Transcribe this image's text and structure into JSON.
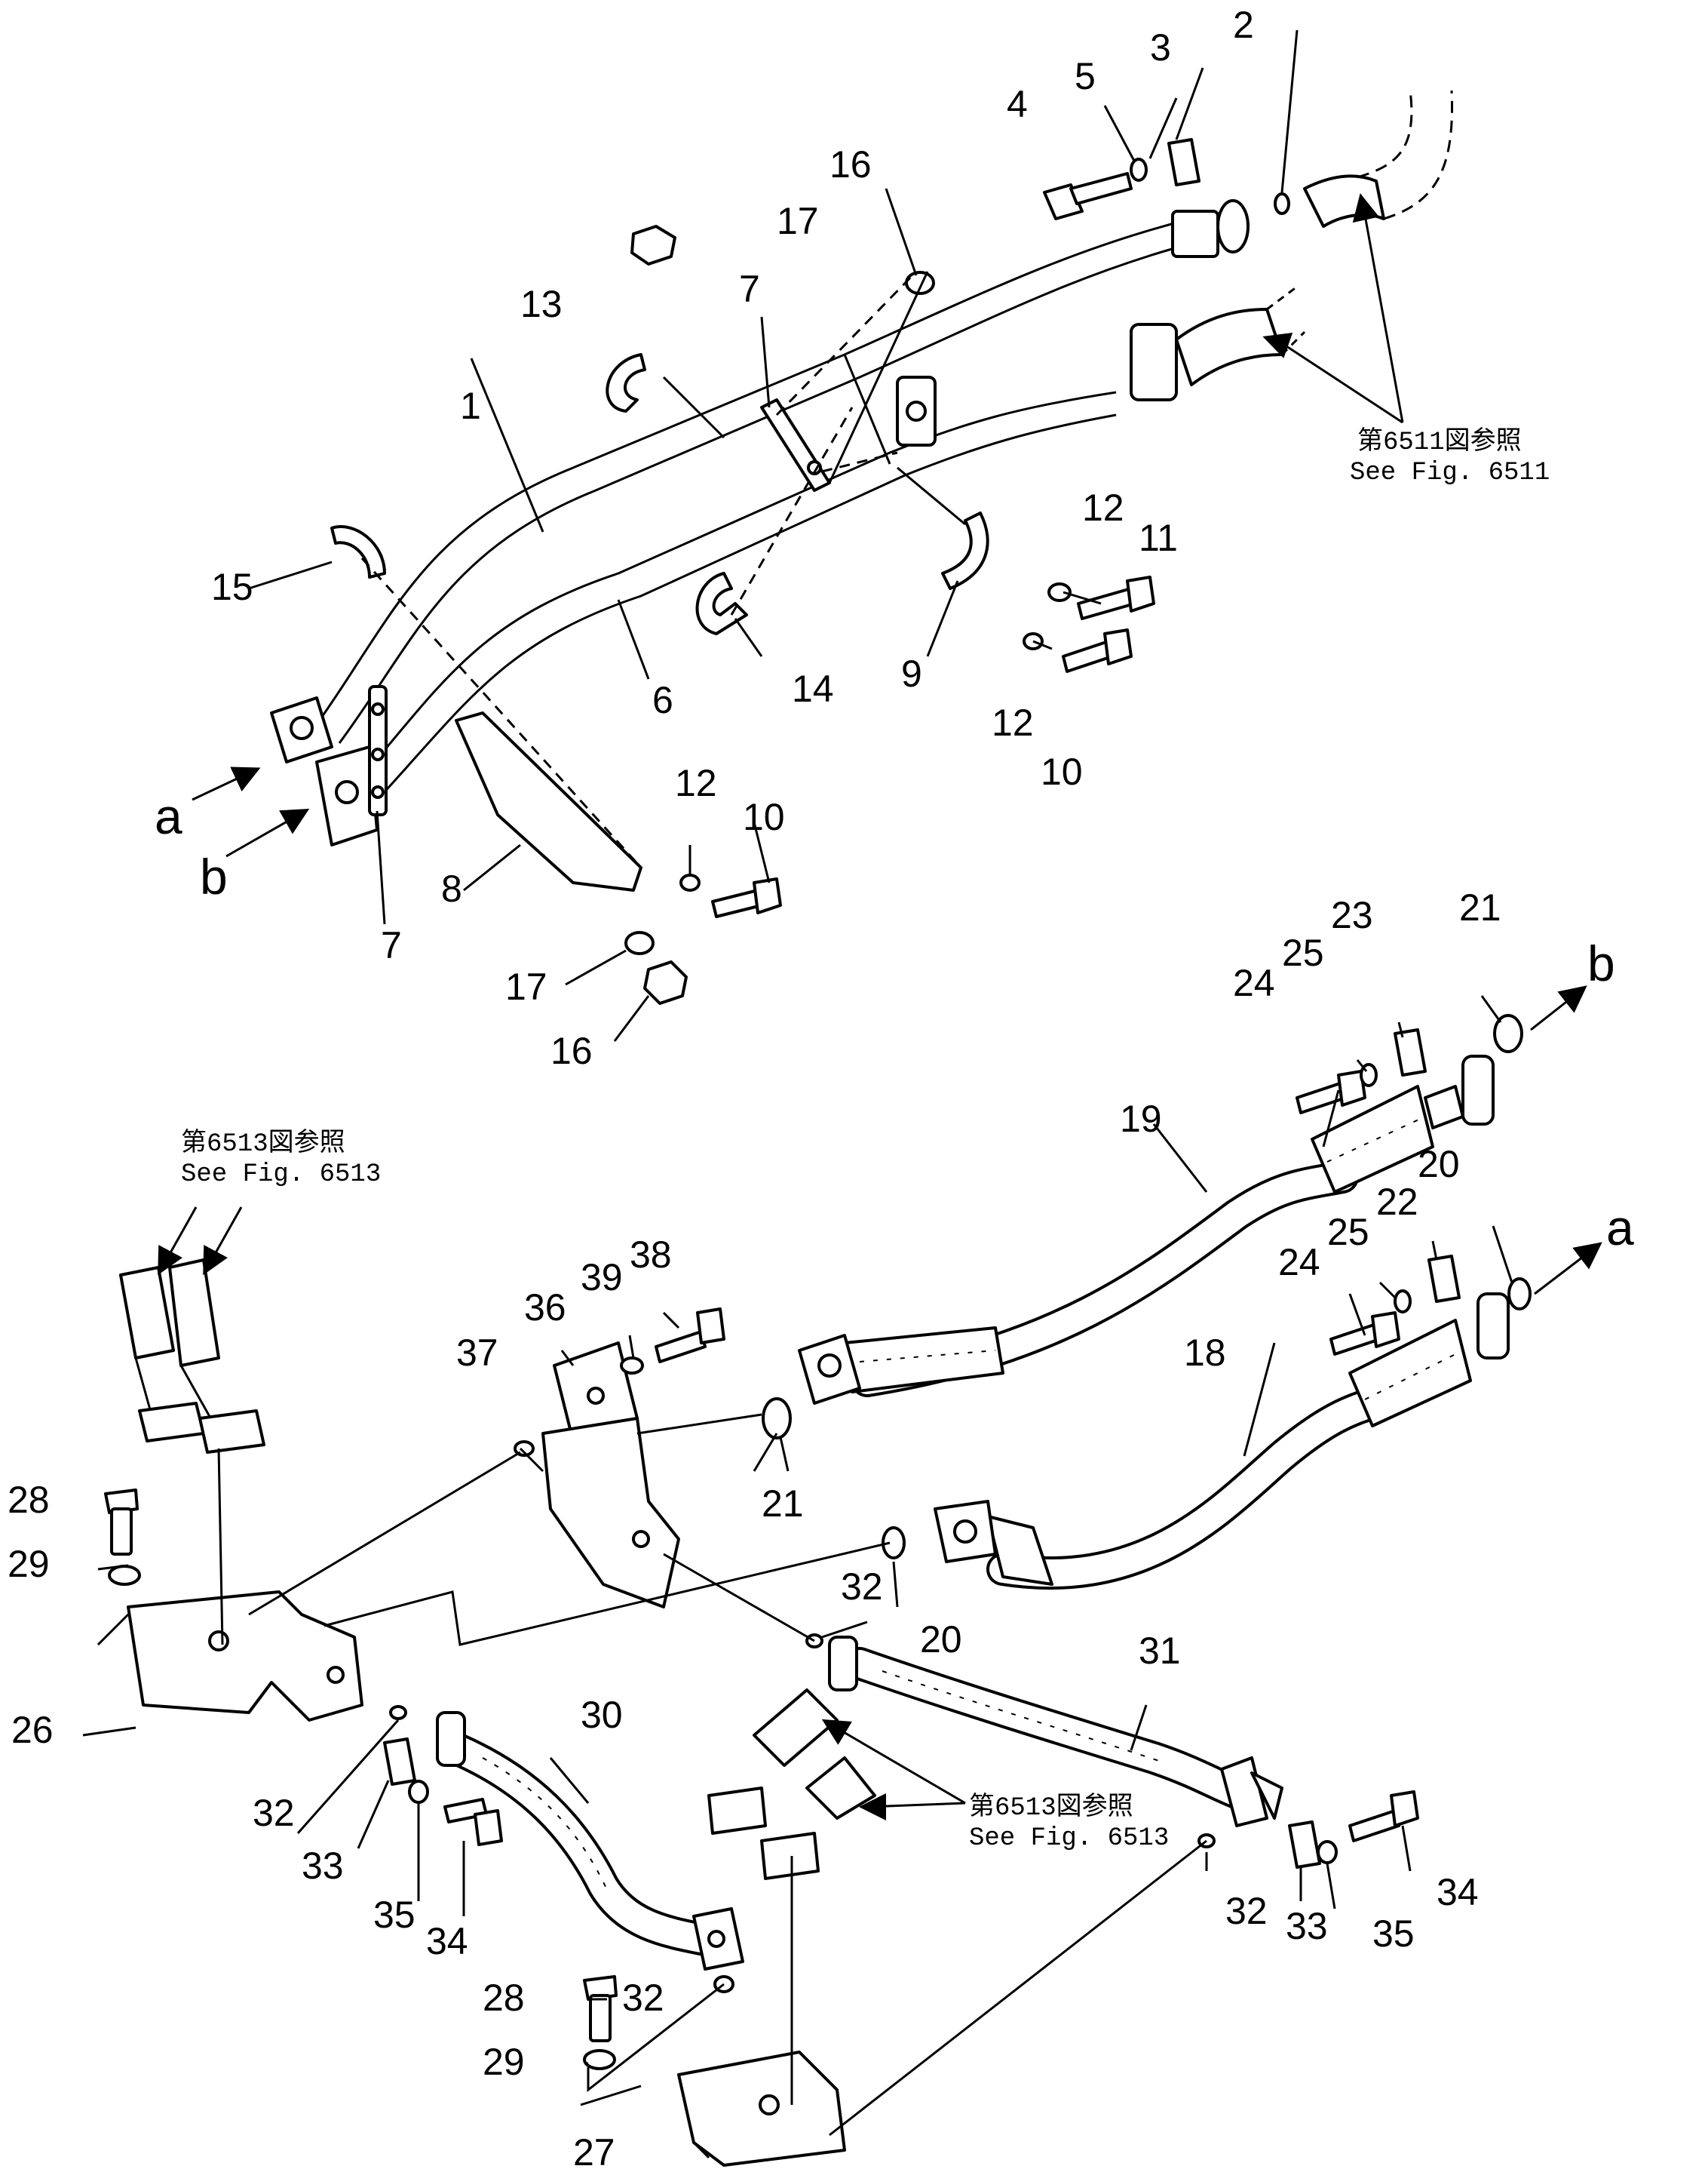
{
  "diagram": {
    "type": "exploded parts diagram",
    "callouts": {
      "c1": "1",
      "c2": "2",
      "c3": "3",
      "c4": "4",
      "c5": "5",
      "c6": "6",
      "c7a": "7",
      "c7b": "7",
      "c8": "8",
      "c9": "9",
      "c10a": "10",
      "c10b": "10",
      "c11": "11",
      "c12a": "12",
      "c12b": "12",
      "c12c": "12",
      "c13": "13",
      "c14": "14",
      "c15": "15",
      "c16a": "16",
      "c16b": "16",
      "c17a": "17",
      "c17b": "17",
      "c18": "18",
      "c19": "19",
      "c20a": "20",
      "c20b": "20",
      "c21a": "21",
      "c21b": "21",
      "c22": "22",
      "c23": "23",
      "c24a": "24",
      "c24b": "24",
      "c25a": "25",
      "c25b": "25",
      "c26": "26",
      "c27": "27",
      "c28a": "28",
      "c28b": "28",
      "c29a": "29",
      "c29b": "29",
      "c30": "30",
      "c31": "31",
      "c32a": "32",
      "c32b": "32",
      "c32c": "32",
      "c32d": "32",
      "c33a": "33",
      "c33b": "33",
      "c34a": "34",
      "c34b": "34",
      "c35a": "35",
      "c35b": "35",
      "c36": "36",
      "c37": "37",
      "c38": "38",
      "c39": "39"
    },
    "connection_marks": {
      "a_left": "a",
      "b_left": "b",
      "b_right": "b",
      "a_right": "a"
    },
    "references": {
      "fig6511_jp": "第6511図参照",
      "fig6511_en": "See Fig. 6511",
      "fig6513a_jp": "第6513図参照",
      "fig6513a_en": "See Fig. 6513",
      "fig6513b_jp": "第6513図参照",
      "fig6513b_en": "See Fig. 6513"
    }
  }
}
